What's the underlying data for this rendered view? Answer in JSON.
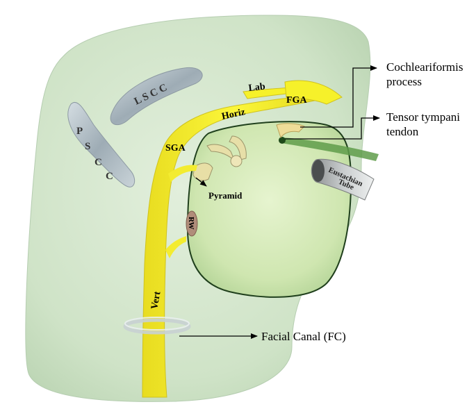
{
  "diagram": {
    "structures": {
      "lscc": "L S C C",
      "pscc": "P S C C",
      "lab": "Lab",
      "fga": "FGA",
      "horiz": "Horiz",
      "sga": "SGA",
      "pyramid": "Pyramid",
      "rw": "RW",
      "vert": "Vert",
      "eustachian_line1": "Eustachian",
      "eustachian_line2": "Tube"
    },
    "callouts": {
      "cochleariformis_line1": "Cochleariformis",
      "cochleariformis_line2": "process",
      "tensor_line1": "Tensor tympani",
      "tensor_line2": "tendon",
      "facial_canal": "Facial Canal (FC)"
    },
    "colors": {
      "temporal_bone": "#d3e6cc",
      "middle_ear": "#cfe7b1",
      "facial_nerve": "#f6f12a",
      "canal": "#a9b5bd",
      "round_window": "#b08d7a",
      "tendon": "#5f9c4a"
    }
  }
}
